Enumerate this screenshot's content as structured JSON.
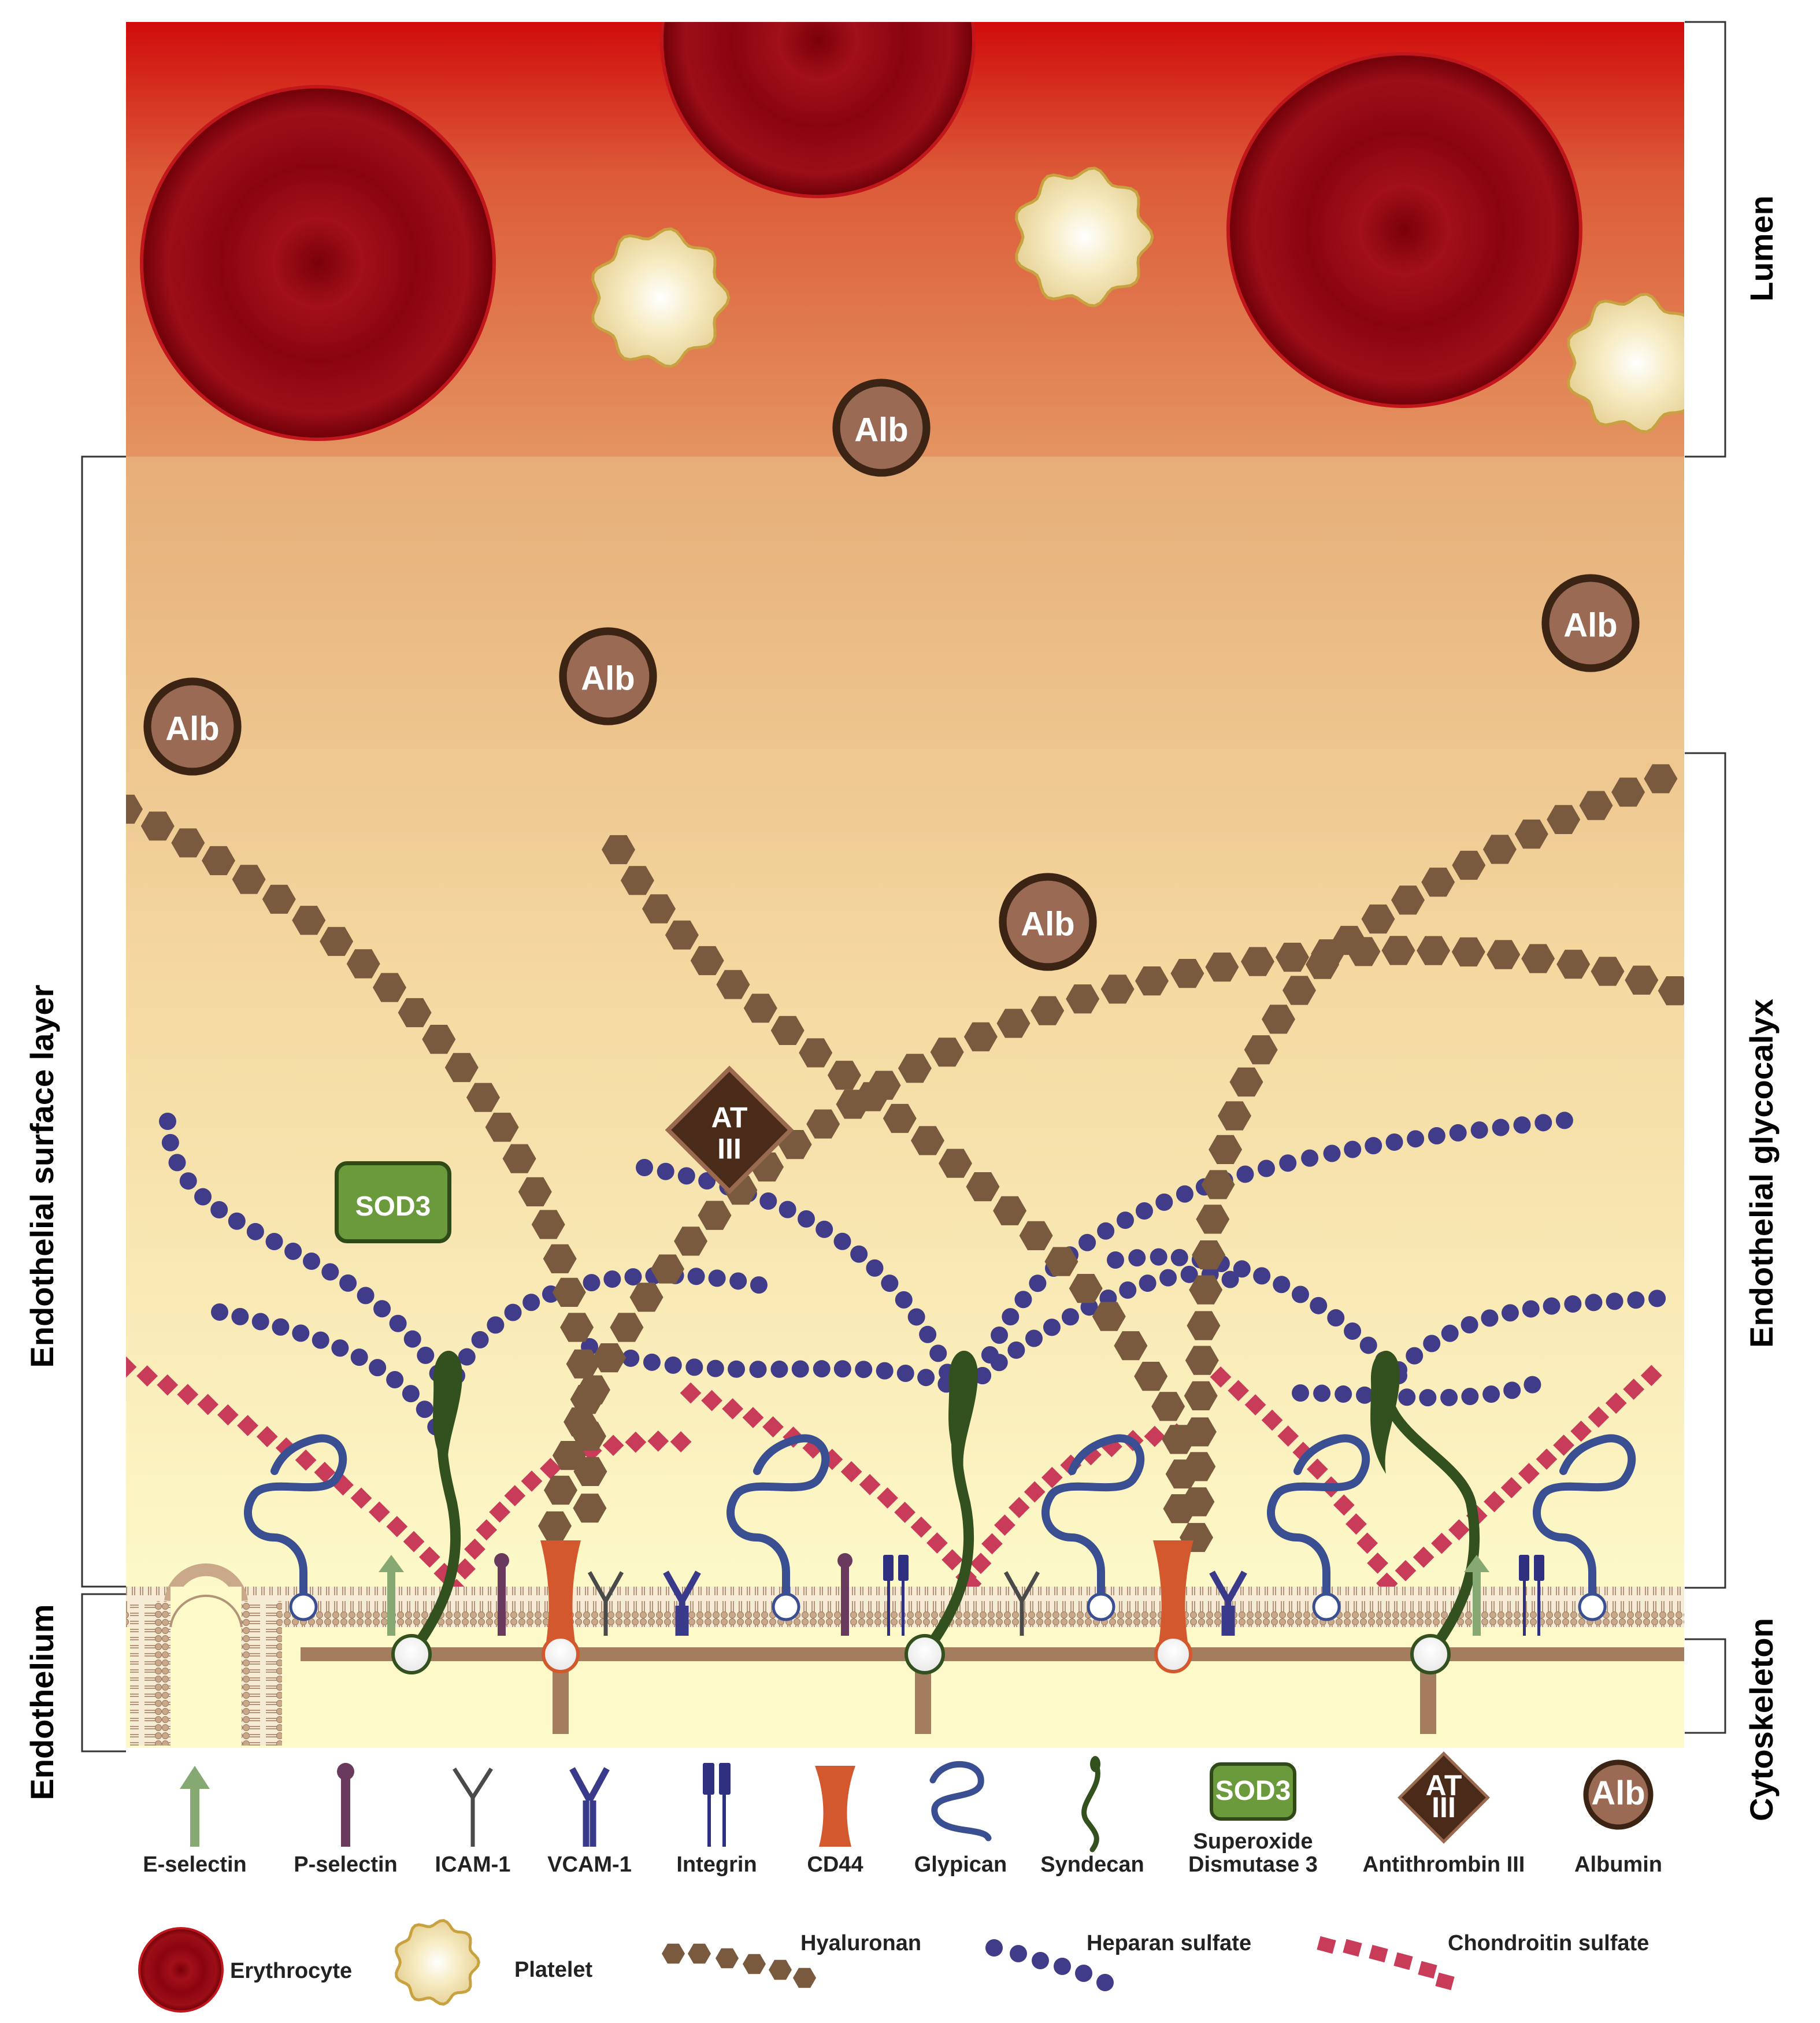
{
  "region_labels": {
    "lumen": "Lumen",
    "surface_layer": "Endothelial surface layer",
    "glycocalyx": "Endothelial glycocalyx",
    "endothelium": "Endothelium",
    "cytoskeleton": "Cytoskeleton"
  },
  "molecules": {
    "albumin": "Alb",
    "sod3": "SOD3",
    "at_line1": "AT",
    "at_line2": "III"
  },
  "legend_row1": [
    {
      "key": "e-selectin",
      "label": "E-selectin"
    },
    {
      "key": "p-selectin",
      "label": "P-selectin"
    },
    {
      "key": "icam-1",
      "label": "ICAM-1"
    },
    {
      "key": "vcam-1",
      "label": "VCAM-1"
    },
    {
      "key": "integrin",
      "label": "Integrin"
    },
    {
      "key": "cd44",
      "label": "CD44"
    },
    {
      "key": "glypican",
      "label": "Glypican"
    },
    {
      "key": "syndecan",
      "label": "Syndecan"
    },
    {
      "key": "sod3",
      "label": "Superoxide Dismutase 3",
      "line1": "Superoxide",
      "line2": "Dismutase 3"
    },
    {
      "key": "antithrombin",
      "label": "Antithrombin III"
    },
    {
      "key": "albumin",
      "label": "Albumin"
    }
  ],
  "legend_row2": [
    {
      "key": "erythrocyte",
      "label": "Erythrocyte"
    },
    {
      "key": "platelet",
      "label": "Platelet"
    },
    {
      "key": "hyaluronan",
      "label": "Hyaluronan"
    },
    {
      "key": "heparan-sulfate",
      "label": "Heparan sulfate"
    },
    {
      "key": "chondroitin-sulfate",
      "label": "Chondroitin sulfate"
    }
  ],
  "colors": {
    "lumen_top": "#d01010",
    "lumen_bottom": "#e09060",
    "layer_top": "#e8b07a",
    "layer_bottom": "#fdf8c8",
    "erythrocyte": "#8b0010",
    "platelet": "#f0e2b0",
    "albumin": "#9a6a55",
    "albumin_border": "#3b2414",
    "hyaluronan": "#7a5a3e",
    "heparan_sulfate": "#403c8a",
    "chondroitin_sulfate": "#c83c5a",
    "syndecan": "#33501f",
    "glypican": "#3a4f92",
    "cd44": "#d4582e",
    "e_selectin": "#86a872",
    "p_selectin": "#6a3a5e",
    "icam1": "#4a4a4a",
    "vcam1": "#3a3a8a",
    "integrin": "#303080",
    "sod3": "#6a9a3c",
    "antithrombin": "#4a2a18",
    "membrane": "#c0a080",
    "cytoskeleton": "#a47c5e"
  }
}
